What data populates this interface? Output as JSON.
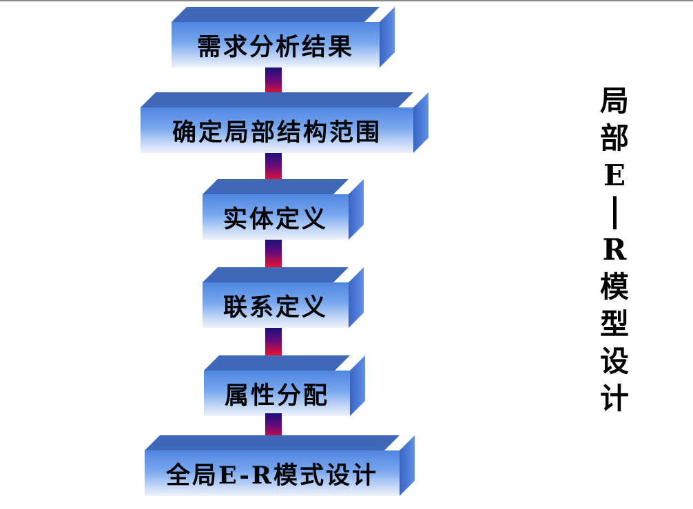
{
  "steps": [
    {
      "label": "需求分析结果"
    },
    {
      "label": "确定局部结构范围"
    },
    {
      "label": "实体定义"
    },
    {
      "label": "联系定义"
    },
    {
      "label": "属性分配"
    },
    {
      "label": "全局E-R模式设计"
    }
  ],
  "side_title": {
    "c1": "局",
    "c2": "部",
    "c3": "E",
    "c4": "R",
    "c5": "模",
    "c6": "型",
    "c7": "设",
    "c8": "计"
  },
  "colors": {
    "box_top": "#3f68b8",
    "box_front_top": "#4f86e2",
    "box_front_bottom": "#eef2fb",
    "arrow_top": "#1b107a",
    "arrow_bottom": "#e41b2b"
  }
}
